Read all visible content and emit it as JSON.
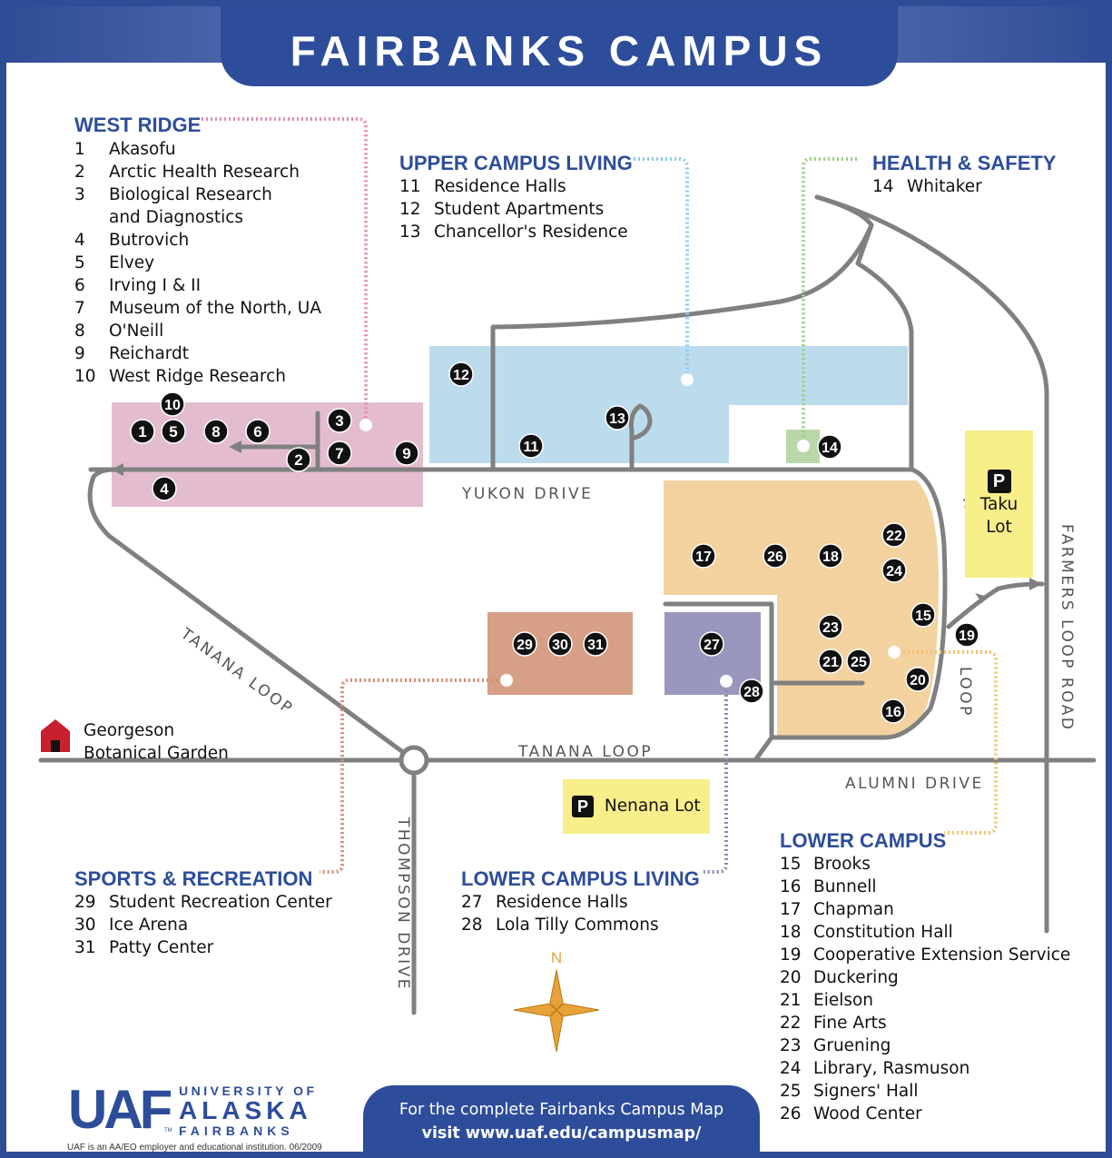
{
  "title": "FAIRBANKS CAMPUS",
  "colors": {
    "brand_blue": "#2d4d9b",
    "west_ridge": "#e4bcd0",
    "upper_campus_living": "#bcdcee",
    "health_safety": "#b9d7a7",
    "lower_campus": "#f3d29f",
    "sports_recreation": "#d69f86",
    "lower_campus_living": "#9997bd",
    "parking": "#f8ee8a",
    "road": "#808080"
  },
  "sections": {
    "west_ridge": {
      "heading": "WEST RIDGE",
      "items": [
        {
          "num": "1",
          "name": "Akasofu"
        },
        {
          "num": "2",
          "name": "Arctic Health Research"
        },
        {
          "num": "3",
          "name": "Biological Research"
        },
        {
          "num": "",
          "name": "and Diagnostics"
        },
        {
          "num": "4",
          "name": "Butrovich"
        },
        {
          "num": "5",
          "name": "Elvey"
        },
        {
          "num": "6",
          "name": "Irving I & II"
        },
        {
          "num": "7",
          "name": "Museum of the North, UA"
        },
        {
          "num": "8",
          "name": "O'Neill"
        },
        {
          "num": "9",
          "name": "Reichardt"
        },
        {
          "num": "10",
          "name": "West Ridge Research"
        }
      ]
    },
    "upper_campus_living": {
      "heading": "UPPER CAMPUS LIVING",
      "items": [
        {
          "num": "11",
          "name": "Residence Halls"
        },
        {
          "num": "12",
          "name": "Student Apartments"
        },
        {
          "num": "13",
          "name": "Chancellor's Residence"
        }
      ]
    },
    "health_safety": {
      "heading": "HEALTH & SAFETY",
      "items": [
        {
          "num": "14",
          "name": "Whitaker"
        }
      ]
    },
    "sports_recreation": {
      "heading": "SPORTS & RECREATION",
      "items": [
        {
          "num": "29",
          "name": "Student Recreation Center"
        },
        {
          "num": "30",
          "name": "Ice Arena"
        },
        {
          "num": "31",
          "name": "Patty Center"
        }
      ]
    },
    "lower_campus_living": {
      "heading": "LOWER CAMPUS LIVING",
      "items": [
        {
          "num": "27",
          "name": "Residence Halls"
        },
        {
          "num": "28",
          "name": "Lola Tilly Commons"
        }
      ]
    },
    "lower_campus": {
      "heading": "LOWER CAMPUS",
      "items": [
        {
          "num": "15",
          "name": "Brooks"
        },
        {
          "num": "16",
          "name": "Bunnell"
        },
        {
          "num": "17",
          "name": "Chapman"
        },
        {
          "num": "18",
          "name": "Constitution Hall"
        },
        {
          "num": "19",
          "name": "Cooperative Extension Service"
        },
        {
          "num": "20",
          "name": "Duckering"
        },
        {
          "num": "21",
          "name": "Eielson"
        },
        {
          "num": "22",
          "name": "Fine Arts"
        },
        {
          "num": "23",
          "name": "Gruening"
        },
        {
          "num": "24",
          "name": "Library, Rasmuson"
        },
        {
          "num": "25",
          "name": "Signers' Hall"
        },
        {
          "num": "26",
          "name": "Wood Center"
        }
      ]
    }
  },
  "roads": {
    "yukon": "YUKON DRIVE",
    "tanana_loop_diag": "TANANA LOOP",
    "tanana_loop_main": "TANANA LOOP",
    "alumni": "ALUMNI DRIVE",
    "thompson": "THOMPSON DRIVE",
    "farmers": "FARMERS LOOP ROAD",
    "tanana_east": "TANANA",
    "loop_east": "LOOP"
  },
  "parking": {
    "symbol": "P",
    "taku_line1": "Taku",
    "taku_line2": "Lot",
    "nenana": "Nenana Lot"
  },
  "landmarks": {
    "georgeson_line1": "Georgeson",
    "georgeson_line2": "Botanical Garden",
    "barn_icon": "barn-icon"
  },
  "compass": {
    "north": "N"
  },
  "footer": {
    "line1": "For the complete Fairbanks Campus Map",
    "line2": "visit www.uaf.edu/campusmap/"
  },
  "logo": {
    "mark": "UAF",
    "line1": "UNIVERSITY OF",
    "line2": "ALASKA",
    "line3": "FAIRBANKS",
    "tm": "TM",
    "fineprint": "UAF is an AA/EO employer and educational institution. 06/2009"
  },
  "markers": [
    {
      "label": "1"
    },
    {
      "label": "2"
    },
    {
      "label": "3"
    },
    {
      "label": "4"
    },
    {
      "label": "5"
    },
    {
      "label": "6"
    },
    {
      "label": "7"
    },
    {
      "label": "8"
    },
    {
      "label": "9"
    },
    {
      "label": "10"
    },
    {
      "label": "11"
    },
    {
      "label": "12"
    },
    {
      "label": "13"
    },
    {
      "label": "14"
    },
    {
      "label": "15"
    },
    {
      "label": "16"
    },
    {
      "label": "17"
    },
    {
      "label": "18"
    },
    {
      "label": "19"
    },
    {
      "label": "20"
    },
    {
      "label": "21"
    },
    {
      "label": "22"
    },
    {
      "label": "23"
    },
    {
      "label": "24"
    },
    {
      "label": "25"
    },
    {
      "label": "26"
    },
    {
      "label": "27"
    },
    {
      "label": "28"
    },
    {
      "label": "29"
    },
    {
      "label": "30"
    },
    {
      "label": "31"
    }
  ]
}
